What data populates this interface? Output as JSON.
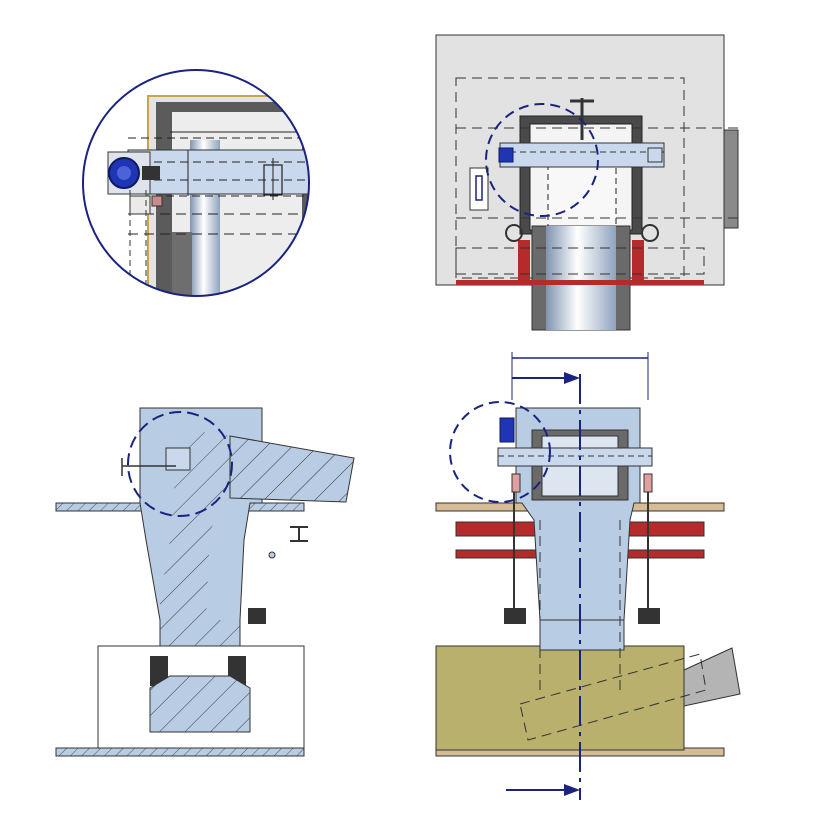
{
  "drawing": {
    "views": [
      {
        "id": "detail-view",
        "label": ""
      },
      {
        "id": "top-view",
        "label": ""
      },
      {
        "id": "side-section-view",
        "label": ""
      },
      {
        "id": "front-section-view",
        "label": ""
      }
    ],
    "colors": {
      "steel_blue": "#b8cce4",
      "steel_blue_light": "#d6e4f2",
      "housing_gray": "#e2e2e2",
      "dark_gray": "#6a6a6a",
      "red_beam": "#b52a2a",
      "tan_floor": "#d6bc94",
      "olive_box": "#b8b06c",
      "navy": "#1a237e",
      "motor_blue": "#1f35b4"
    },
    "icons": [
      "motor-icon",
      "section-arrow-icon",
      "i-beam-icon"
    ]
  }
}
